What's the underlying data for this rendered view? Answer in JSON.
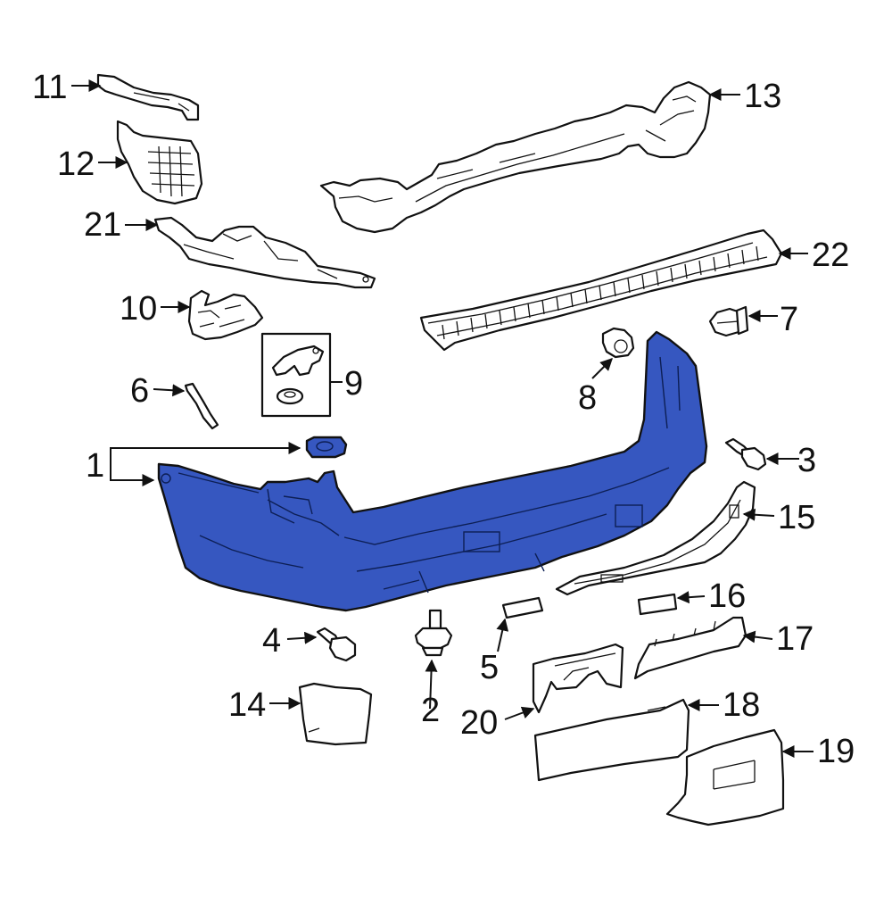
{
  "diagram": {
    "highlight_color": "#3657c0",
    "line_color": "#111111",
    "background_color": "#ffffff",
    "callouts": {
      "c1": "1",
      "c2": "2",
      "c3": "3",
      "c4": "4",
      "c5": "5",
      "c6": "6",
      "c7": "7",
      "c8": "8",
      "c9": "9",
      "c10": "10",
      "c11": "11",
      "c12": "12",
      "c13": "13",
      "c14": "14",
      "c15": "15",
      "c16": "16",
      "c17": "17",
      "c18": "18",
      "c19": "19",
      "c20": "20",
      "c21": "21",
      "c22": "22"
    }
  }
}
